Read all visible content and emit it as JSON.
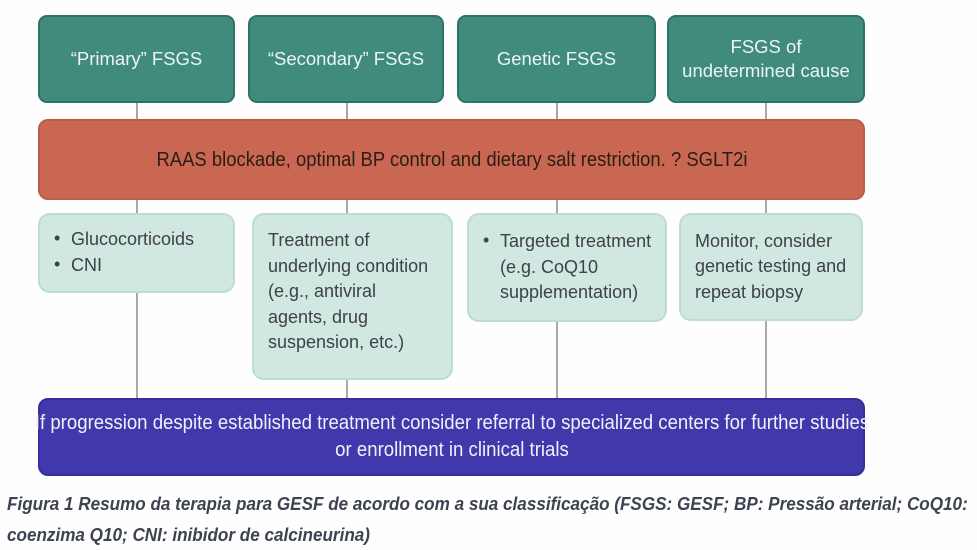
{
  "figure": {
    "classification_boxes": [
      {
        "label": "“Primary” FSGS"
      },
      {
        "label": "“Secondary” FSGS"
      },
      {
        "label": "Genetic FSGS"
      },
      {
        "label": "FSGS of undetermined cause"
      }
    ],
    "general_therapy": {
      "text": "RAAS blockade, optimal BP control and dietary salt restriction. ? SGLT2i"
    },
    "specific_therapy": [
      {
        "bullets": [
          "Glucocorticoids",
          "CNI"
        ]
      },
      {
        "text": "Treatment of underlying condition (e.g., antiviral agents, drug suspension, etc.)"
      },
      {
        "bullets": [
          "Targeted treatment (e.g. CoQ10 supplementation)"
        ]
      },
      {
        "text": "Monitor, consider genetic testing and repeat biopsy"
      }
    ],
    "escalation": {
      "text": "If progression despite established treatment consider referral to specialized centers for further studies or enrollment in clinical trials"
    },
    "caption": "Figura 1 Resumo da terapia para GESF de acordo com a sua classificação (FSGS: GESF; BP: Pressão arterial; CoQ10: coenzima Q10; CNI: inibidor de calcineurina)",
    "colors": {
      "teal": "#418b7d",
      "teal-border": "#2d7468",
      "salmon": "#c96753",
      "salmon-border": "#bb5c49",
      "mint": "#d1e8e2",
      "mint-border": "#bcdcd4",
      "indigo": "#4138ab",
      "connector": "#a8a8a8",
      "caption-text": "#3d4350"
    }
  }
}
